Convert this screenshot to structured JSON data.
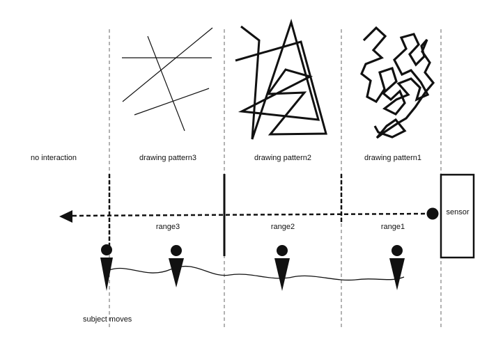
{
  "zones": [
    {
      "label": "no interaction"
    },
    {
      "label": "drawing pattern3",
      "range": "range3"
    },
    {
      "label": "drawing pattern2",
      "range": "range2"
    },
    {
      "label": "drawing pattern1",
      "range": "range1"
    }
  ],
  "sensor_label": "sensor",
  "subject_label": "subject moves"
}
